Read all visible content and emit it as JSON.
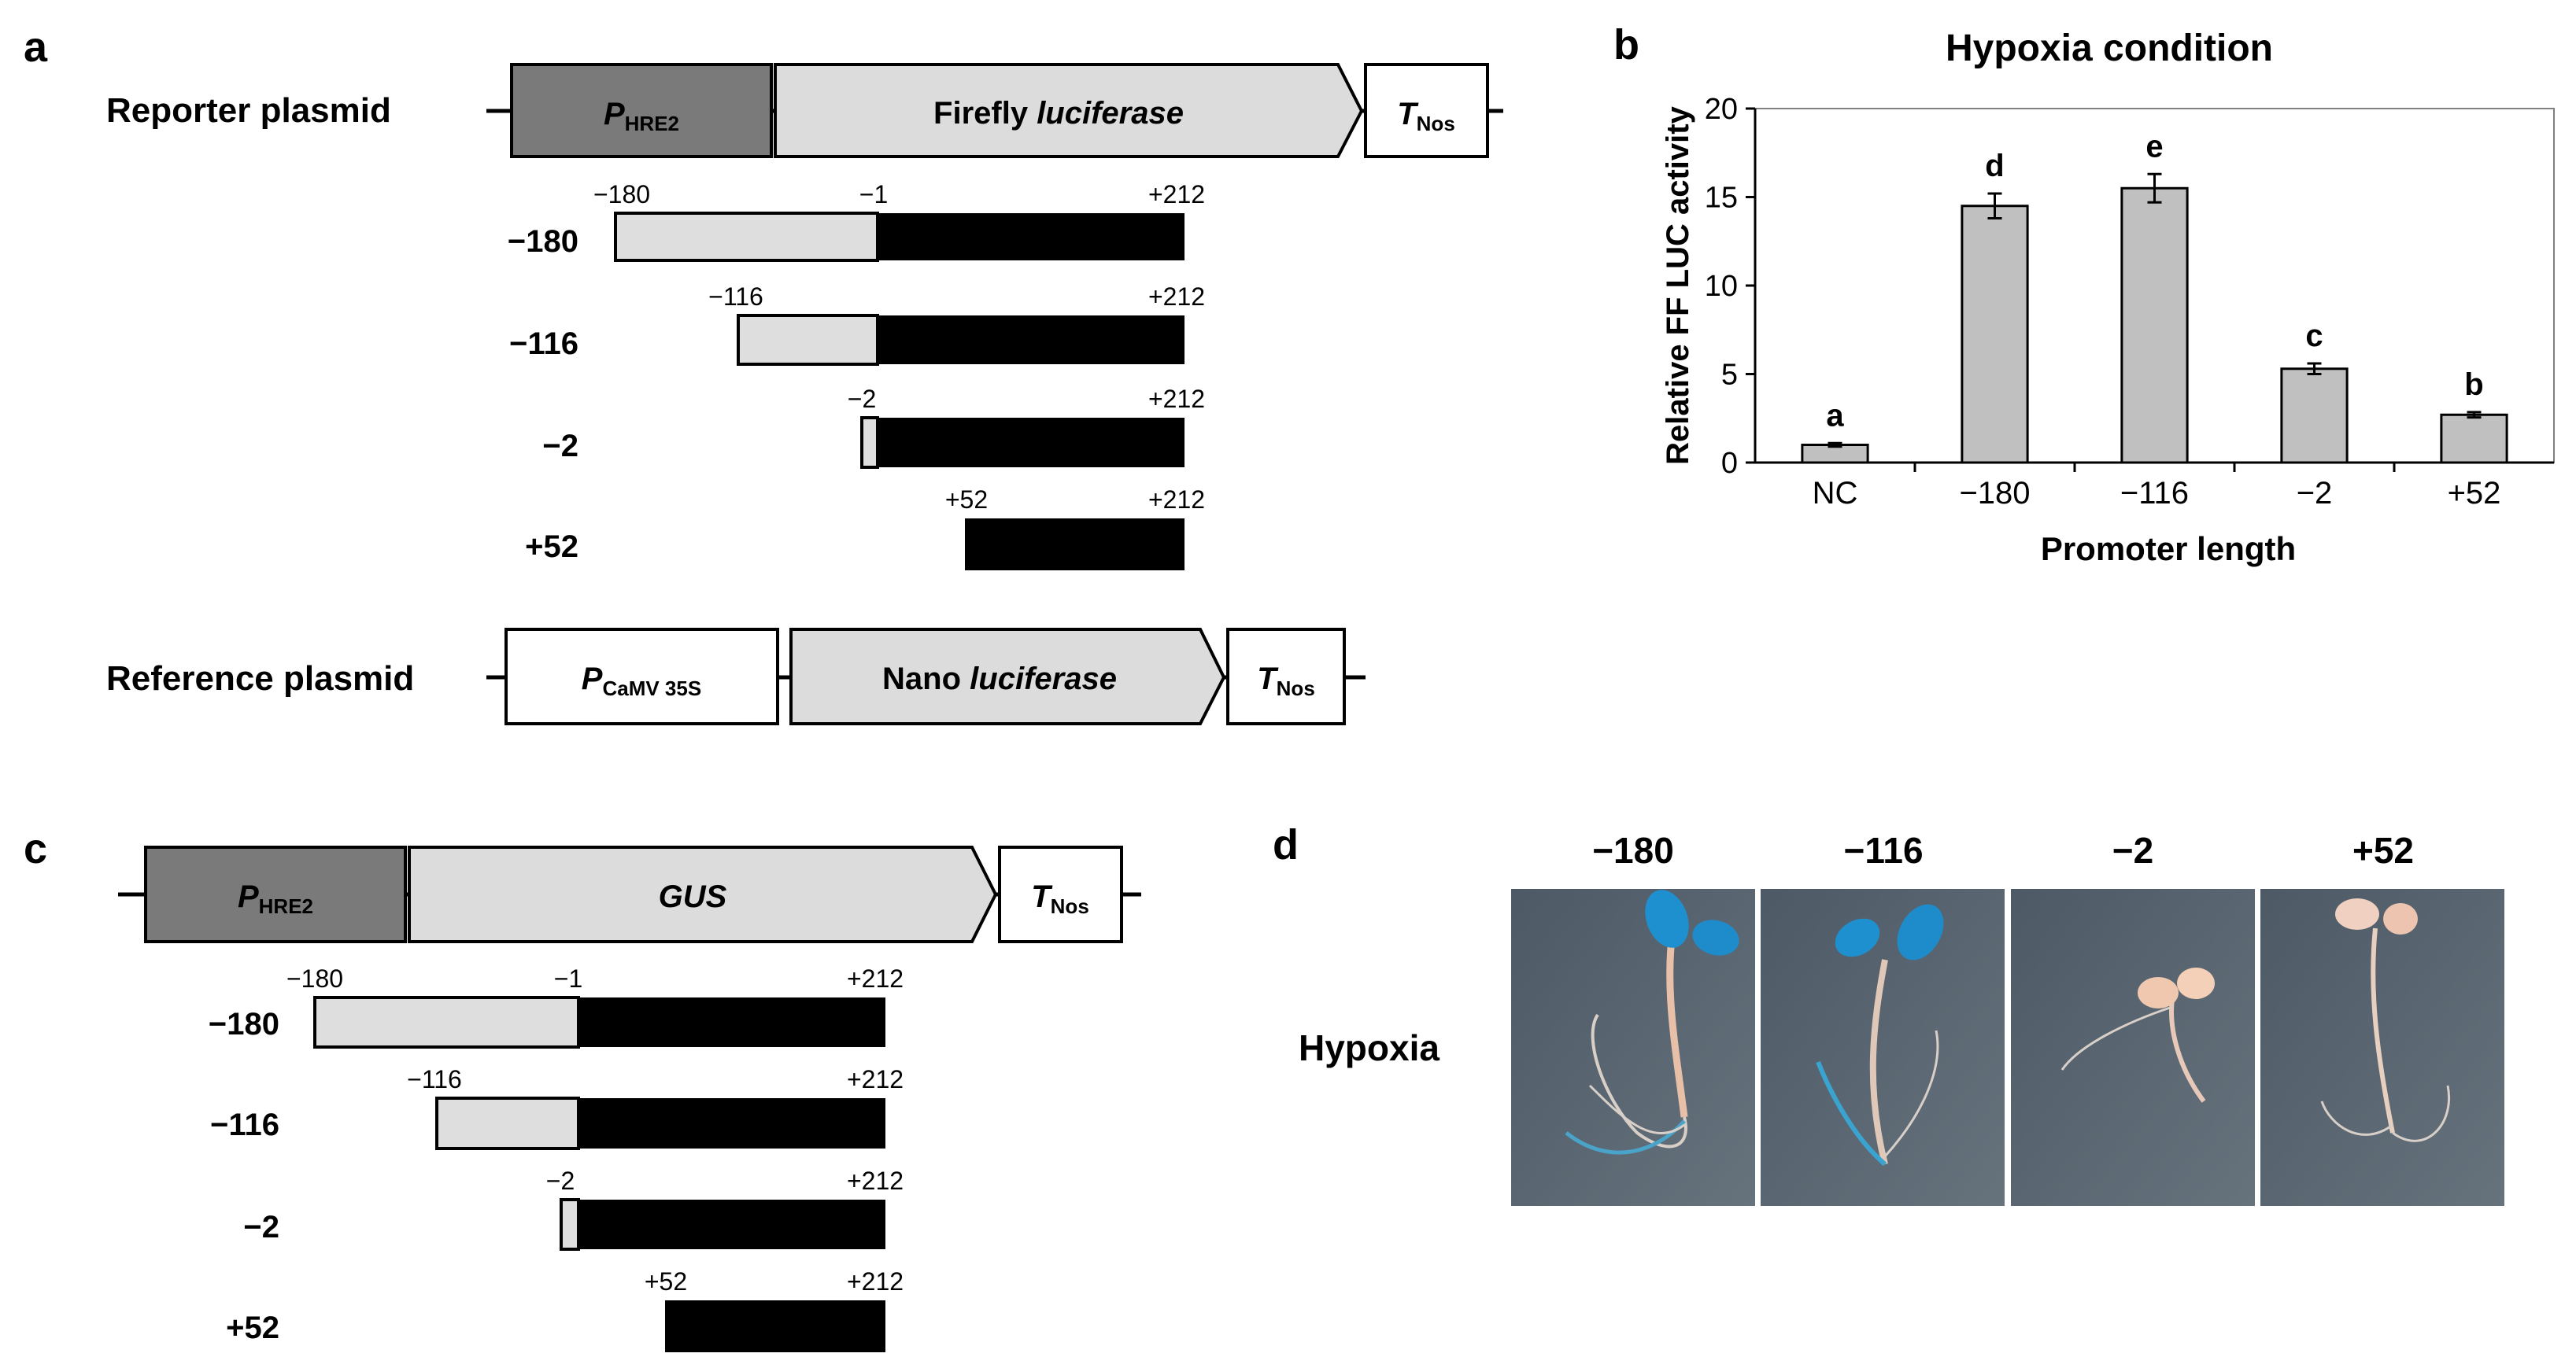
{
  "panels": {
    "a": {
      "letter": "a",
      "reporter_label": "Reporter plasmid",
      "reference_label": "Reference plasmid",
      "reporter": {
        "promoter_main": "P",
        "promoter_sub": "HRE2",
        "gene_prefix": "Firefly ",
        "gene_italic": "luciferase",
        "term_main": "T",
        "term_sub": "Nos"
      },
      "reference": {
        "promoter_main": "P",
        "promoter_sub": "CaMV 35S",
        "gene_prefix": "Nano ",
        "gene_italic": "luciferase",
        "term_main": "T",
        "term_sub": "Nos"
      },
      "constructs": [
        {
          "name": "−180",
          "start_label": "−180",
          "mid_label": "−1",
          "end_label": "+212"
        },
        {
          "name": "−116",
          "start_label": "−116",
          "end_label": "+212"
        },
        {
          "name": "−2",
          "start_label": "−2",
          "end_label": "+212"
        },
        {
          "name": "+52",
          "start_label": "+52",
          "end_label": "+212"
        }
      ]
    },
    "b": {
      "letter": "b"
    },
    "c": {
      "letter": "c",
      "promoter_main": "P",
      "promoter_sub": "HRE2",
      "gene_italic": "GUS",
      "term_main": "T",
      "term_sub": "Nos",
      "constructs": [
        {
          "name": "−180",
          "start_label": "−180",
          "mid_label": "−1",
          "end_label": "+212"
        },
        {
          "name": "−116",
          "start_label": "−116",
          "end_label": "+212"
        },
        {
          "name": "−2",
          "start_label": "−2",
          "end_label": "+212"
        },
        {
          "name": "+52",
          "start_label": "+52",
          "end_label": "+212"
        }
      ]
    },
    "d": {
      "letter": "d",
      "row_label": "Hypoxia",
      "columns": [
        "−180",
        "−116",
        "−2",
        "+52"
      ]
    }
  },
  "chart_data": {
    "type": "bar",
    "title": "Hypoxia condition",
    "xlabel": "Promoter length",
    "ylabel": "Relative FF LUC activity",
    "categories": [
      "NC",
      "−180",
      "−116",
      "−2",
      "+52"
    ],
    "values": [
      1.0,
      14.5,
      15.5,
      5.3,
      2.7
    ],
    "errors": [
      0.1,
      0.7,
      0.8,
      0.3,
      0.15
    ],
    "significance": [
      "a",
      "d",
      "e",
      "c",
      "b"
    ],
    "ylim": [
      0,
      20
    ],
    "yticks": [
      0,
      5,
      10,
      15,
      20
    ],
    "grid": false,
    "bar_color": "#c0c0c0"
  },
  "colors": {
    "promoter_dark": "#7a7a7a",
    "gene_light": "#dcdcdc",
    "upstream_light": "#dedede",
    "coding_black": "#000000",
    "gus_blue": "#2a9fd6",
    "photo_background": "#5a6672"
  }
}
